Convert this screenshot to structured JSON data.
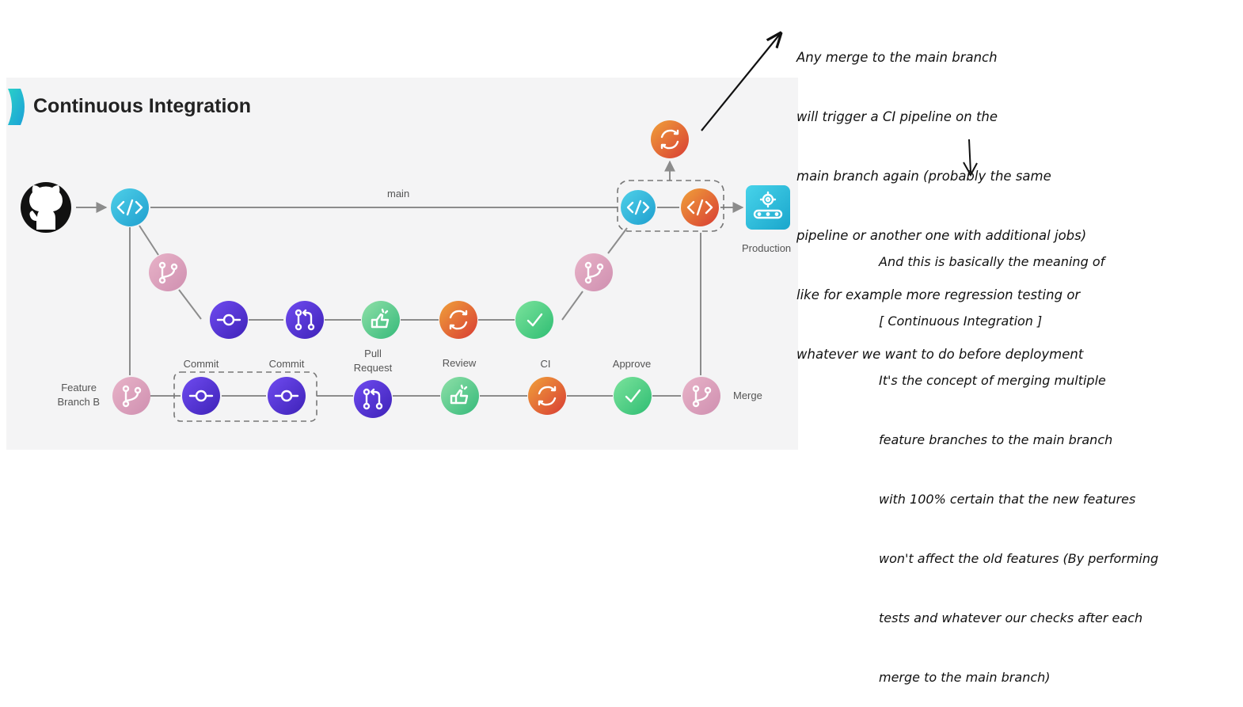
{
  "title": "Continuous Integration",
  "main_label": "main",
  "production_label": "Production",
  "feature_label": [
    "Feature",
    "Branch B"
  ],
  "merge_label": "Merge",
  "stage_labels": {
    "commit_1": "Commit",
    "commit_2": "Commit",
    "pull_request": [
      "Pull",
      "Request"
    ],
    "review": "Review",
    "ci": "CI",
    "approve": "Approve"
  },
  "note_top": [
    "Any merge to the main branch",
    "will trigger a CI pipeline on the",
    "main branch again (probably the same",
    "pipeline or another one with additional jobs)",
    "like for example more regression testing or",
    "whatever we want to do before deployment"
  ],
  "note_bottom": [
    "And this is basically the meaning of",
    "[ Continuous Integration ]",
    "It's the concept of merging multiple",
    "feature branches to the main branch",
    "with 100% certain that the new features",
    "won't affect the old features (By performing",
    "tests and whatever our checks after each",
    "merge to the main branch)"
  ],
  "colors": {
    "code": "#29b6d8",
    "branch": "#d99ab8",
    "commit": "#5a35d6",
    "pull_request": "#5f3bdc",
    "review": "#4dc98c",
    "ci": "#e3622f",
    "approve": "#43c884",
    "production": "#27b4d2",
    "github": "#111111"
  },
  "icons": {
    "github": "github-icon",
    "code": "code-icon",
    "branch": "branch-icon",
    "commit": "commit-icon",
    "pull_request": "pull-request-icon",
    "review": "review-icon",
    "ci": "ci-sync-icon",
    "approve": "check-icon",
    "production": "gear-conveyor-icon"
  }
}
